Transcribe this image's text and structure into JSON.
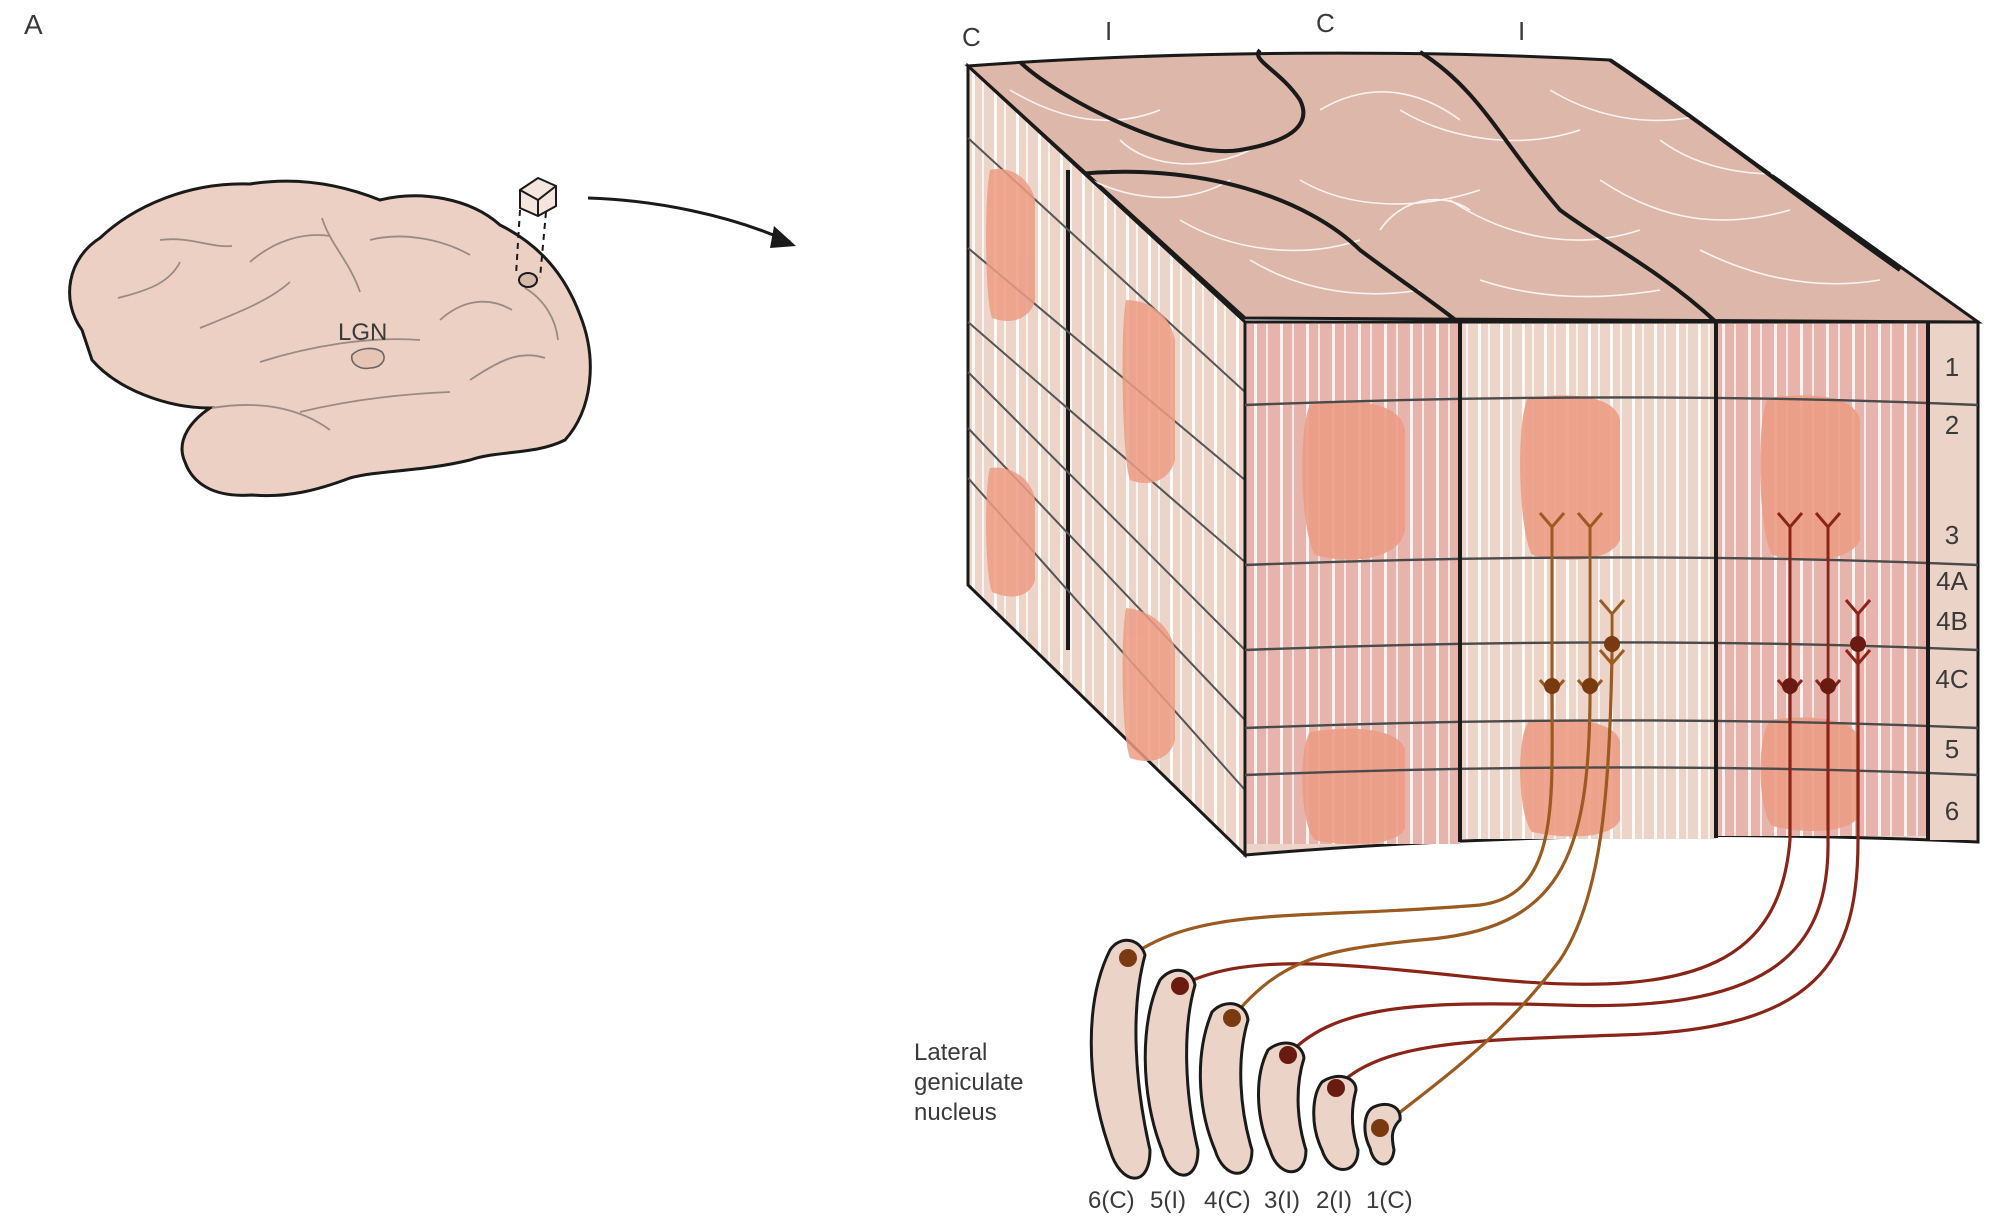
{
  "panel_label": "A",
  "brain": {
    "lgn_label": "LGN"
  },
  "column_labels": [
    "C",
    "I",
    "C",
    "I"
  ],
  "layer_labels": [
    "1",
    "2",
    "3",
    "4A",
    "4B",
    "4C",
    "5",
    "6"
  ],
  "lgn_caption": [
    "Lateral",
    "geniculate",
    "nucleus"
  ],
  "lgn_layer_labels": [
    "6(C)",
    "5(I)",
    "4(C)",
    "3(I)",
    "2(I)",
    "1(C)"
  ],
  "colors": {
    "background": "#ffffff",
    "tissue_light": "#ecd3c7",
    "tissue_pink": "#e8b7b0",
    "blob": "#ec9c84",
    "top_surface": "#dcb5a8",
    "contralateral_axon": "#9a5a20",
    "ipsilateral_axon": "#8a2418",
    "outline": "#1a1a1a"
  }
}
